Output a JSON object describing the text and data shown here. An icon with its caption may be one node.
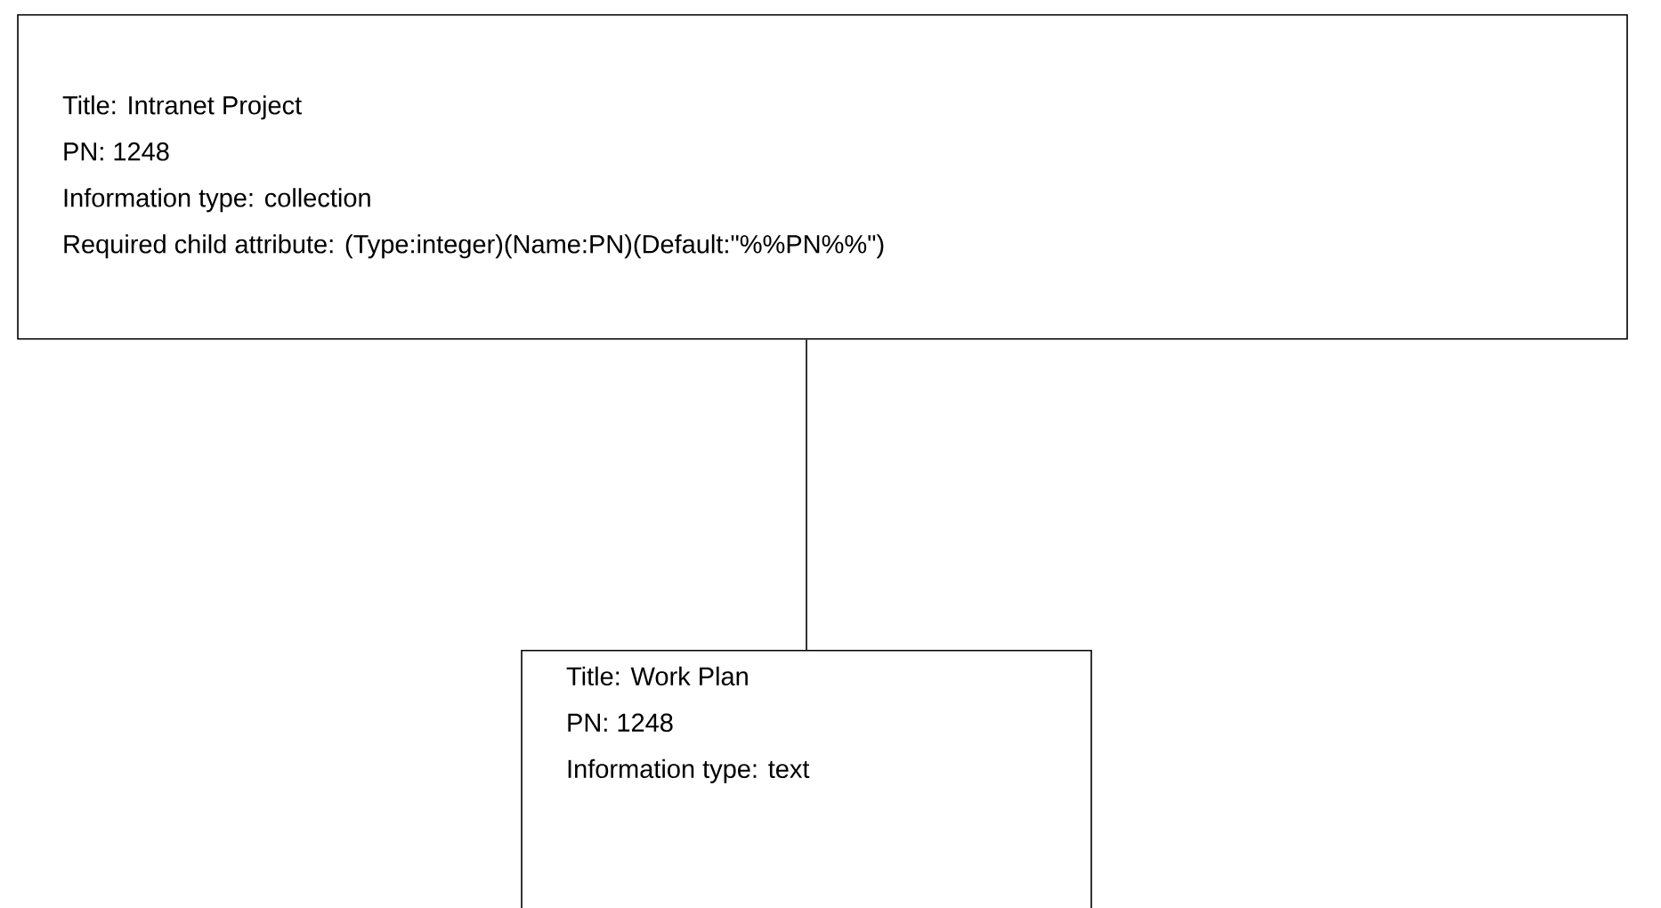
{
  "diagram": {
    "nodes": [
      {
        "text": [
          "Title: Intranet Project",
          "PN: 1248",
          "Information type: collection",
          "Required child attribute: (Type:integer)(Name:PN)(Default:\"%%PN%%\")"
        ]
      },
      {
        "text": [
          "Title: Work Plan",
          "PN: 1248",
          "Information type: text"
        ]
      }
    ],
    "edges": [
      {
        "from": 0,
        "to": 1,
        "arrow": "none"
      }
    ]
  }
}
